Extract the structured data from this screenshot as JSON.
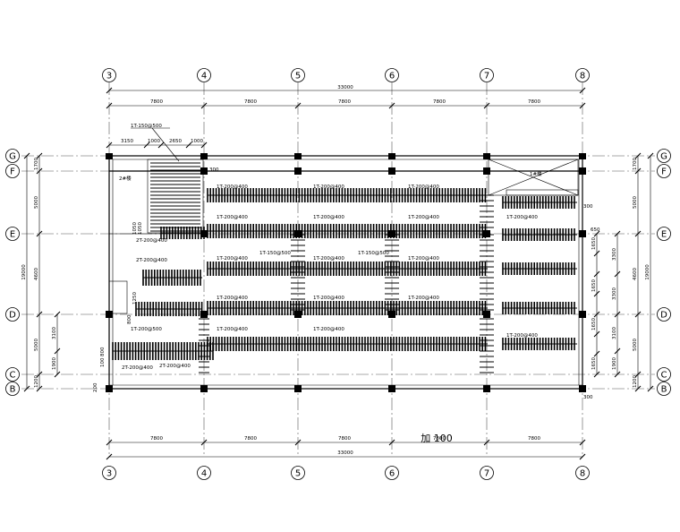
{
  "axes_x": [
    {
      "label": "3",
      "pos": 122
    },
    {
      "label": "4",
      "pos": 228
    },
    {
      "label": "5",
      "pos": 333
    },
    {
      "label": "6",
      "pos": 438
    },
    {
      "label": "7",
      "pos": 544
    },
    {
      "label": "8",
      "pos": 651
    }
  ],
  "axes_y": [
    {
      "label": "G",
      "pos": 174
    },
    {
      "label": "F",
      "pos": 191
    },
    {
      "label": "E",
      "pos": 261
    },
    {
      "label": "D",
      "pos": 351
    },
    {
      "label": "C",
      "pos": 418
    },
    {
      "label": "B",
      "pos": 434
    }
  ],
  "dims": {
    "total": "33000",
    "bay": "7800",
    "top_segments": [
      "3150",
      "1000",
      "2650",
      "1000"
    ],
    "left_outer": [
      "1700",
      "5000",
      "4600",
      "5000",
      "1200"
    ],
    "left_total": "19000",
    "left_inner": [
      "3100",
      "1900"
    ],
    "right_outer": [
      "1700",
      "5000",
      "4600",
      "5000",
      "1200"
    ],
    "right_total": "19000",
    "right_inner": [
      "3300",
      "3300",
      "3100",
      "1900"
    ],
    "right_small": [
      "1650",
      "1650",
      "1650",
      "1650"
    ],
    "misc": [
      "300",
      "300",
      "300",
      "200",
      "1050",
      "1050",
      "1250",
      "800",
      "800",
      "100",
      "650"
    ]
  },
  "labels": {
    "stair_ref": "1T-150@500",
    "stair_left": "2#楼",
    "stair_right": "1#楼",
    "overlay_text": "加 100",
    "rebar": [
      "1T-200@400",
      "1T-200@400",
      "1T-200@400",
      "1T-200@400",
      "1T-200@400",
      "1T-200@400",
      "1T-200@400",
      "1T-200@400",
      "1T-150@500",
      "1T-200@400",
      "1T-150@500",
      "1T-200@400",
      "1T-200@400",
      "1T-200@400",
      "1T-200@400",
      "1T-200@500",
      "1T-200@400",
      "1T-200@400",
      "1T-200@400",
      "2T-200@400",
      "2T-200@400",
      "2T-200@400",
      "2T-200@400"
    ]
  }
}
